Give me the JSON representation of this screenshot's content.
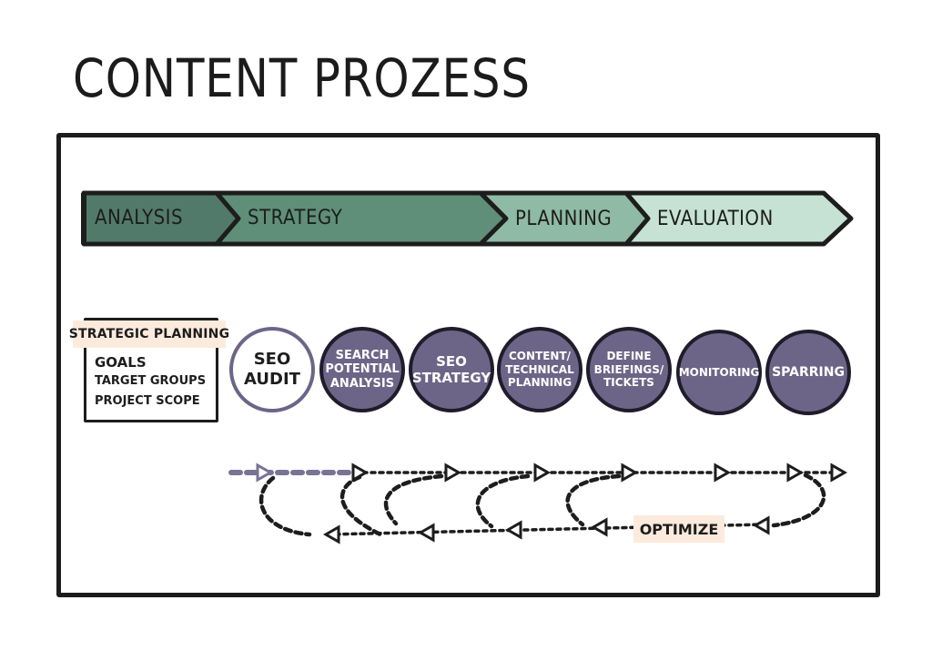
{
  "title": "Content Prozess",
  "phases": [
    {
      "label": "Analysis",
      "color": "#527a6a"
    },
    {
      "label": "Strategy",
      "color": "#5f8f79"
    },
    {
      "label": "Planning",
      "color": "#8fbaa5"
    },
    {
      "label": "Evaluation",
      "color": "#c6e2d4"
    }
  ],
  "strategic_box": {
    "title": "Strategic Planning",
    "items": [
      "Goals",
      "Target Groups",
      "Project Scope"
    ]
  },
  "steps": [
    "SEO Audit",
    "Search Potential Analysis",
    "SEO Strategy",
    "Content/ Technical Planning",
    "Define Briefings/ Tickets",
    "Monitoring",
    "Sparring"
  ],
  "loop_label": "Optimize",
  "colors": {
    "circle_fill": "#6d6587",
    "highlight": "#fcebdc",
    "ink": "#1d1d1d",
    "loop_start": "#7a7394"
  }
}
